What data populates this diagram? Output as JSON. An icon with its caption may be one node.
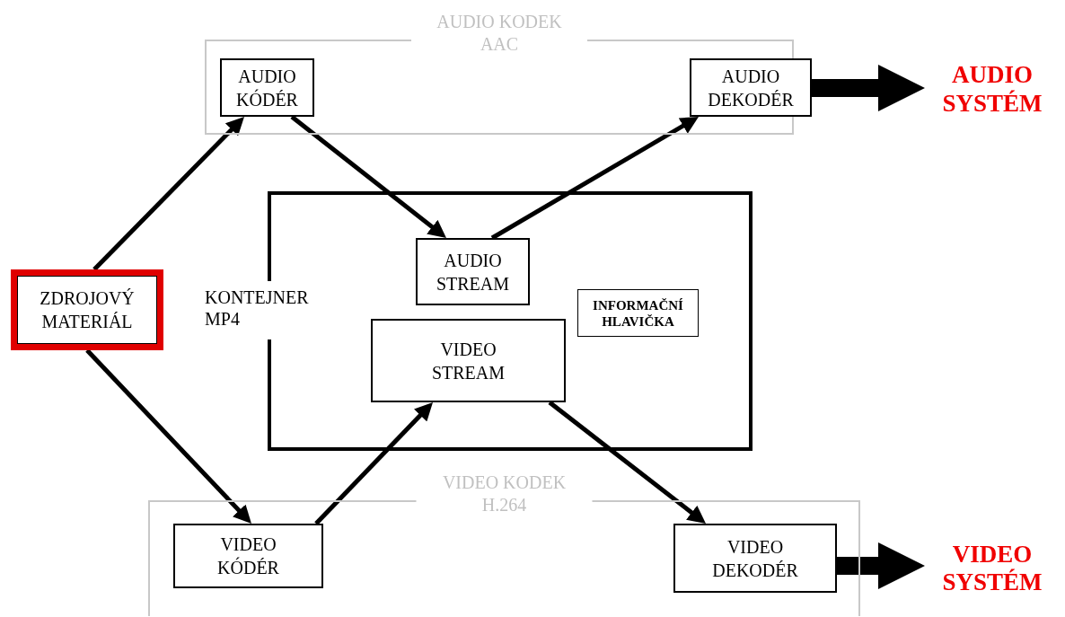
{
  "diagram": {
    "nodes": [
      {
        "text": [
          "AUDIO KODEK AAC"
        ]
      },
      {
        "text": [
          "AUDIO KÓDÉR"
        ],
        "in": 0
      },
      {
        "text": [
          "AUDIO DEKODÉR"
        ],
        "in": 0
      },
      {
        "text": [
          "AUDIO SYSTÉM"
        ]
      },
      {
        "text": [
          "KONTEJNER MP4"
        ]
      },
      {
        "text": [
          "AUDIO STREAM"
        ],
        "in": 4
      },
      {
        "text": [
          "VIDEO STREAM"
        ],
        "in": 4
      },
      {
        "text": [
          "INFORMAČNÍ HLAVIČKA"
        ],
        "in": 4
      },
      {
        "text": [
          "ZDROJOVÝ MATERIÁL"
        ]
      },
      {
        "text": [
          "VIDEO KODEK H.264"
        ]
      },
      {
        "text": [
          "VIDEO KÓDÉR"
        ],
        "in": 9
      },
      {
        "text": [
          "VIDEO DEKODÉR"
        ],
        "in": 9
      },
      {
        "text": [
          "VIDEO SYSTÉM"
        ]
      }
    ],
    "edges": [
      {
        "from": 8,
        "to": 1,
        "arrow": "to"
      },
      {
        "from": 1,
        "to": 5,
        "arrow": "to"
      },
      {
        "from": 5,
        "to": 2,
        "arrow": "to"
      },
      {
        "from": 2,
        "to": 3,
        "arrow": "to",
        "style": "thick"
      },
      {
        "from": 8,
        "to": 10,
        "arrow": "to"
      },
      {
        "from": 10,
        "to": 6,
        "arrow": "to"
      },
      {
        "from": 6,
        "to": 11,
        "arrow": "to"
      },
      {
        "from": 11,
        "to": 12,
        "arrow": "to",
        "style": "thick"
      }
    ]
  }
}
